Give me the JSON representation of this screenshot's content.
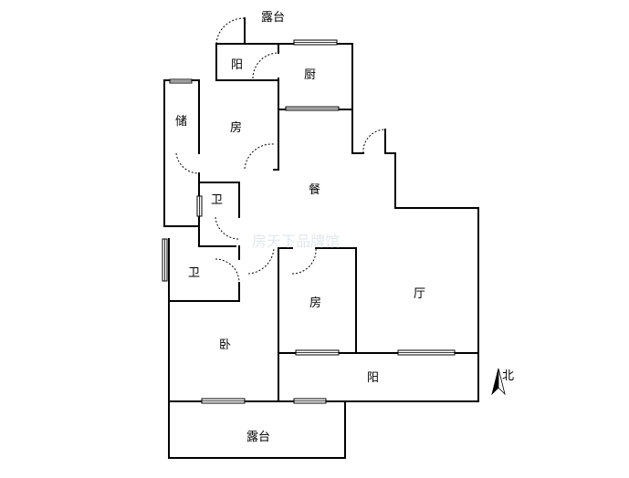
{
  "rooms": {
    "terrace_top": "露台",
    "balcony_top": "阳",
    "kitchen": "厨",
    "storage": "储",
    "room_top": "房",
    "dining": "餐",
    "bath_upper": "卫",
    "bath_lower": "卫",
    "room_mid": "房",
    "living": "厅",
    "bedroom": "卧",
    "balcony_bottom": "阳",
    "terrace_bottom": "露台"
  },
  "compass": {
    "label": "北"
  },
  "colors": {
    "wall": "#000000",
    "background": "#ffffff"
  }
}
